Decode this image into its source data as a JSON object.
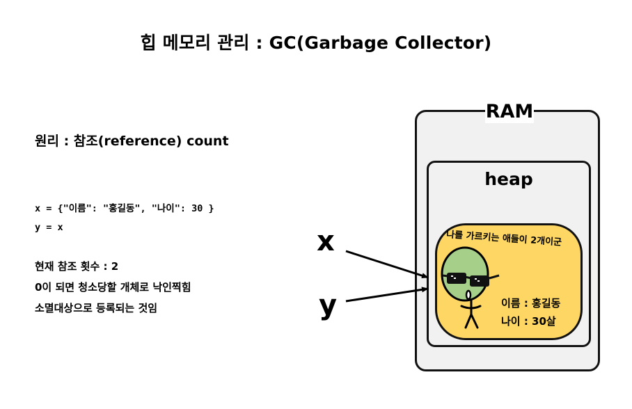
{
  "title": "힙 메모리 관리 : GC(Garbage Collector)",
  "principle": "원리 : 참조(reference) count",
  "code": {
    "line1": "x = {\"이름\": \"홍길동\", \"나이\": 30 }",
    "line2": "y = x"
  },
  "notes": {
    "line1": "현재 참조 횟수 : 2",
    "line2": "0이 되면 청소당할 개체로 낙인찍힘",
    "line3": "소멸대상으로 등록되는 것임"
  },
  "diagram": {
    "ram_label": "RAM",
    "heap_label": "heap",
    "caption": "나를 가르키는 애들이 2개이군",
    "object": {
      "name_line": "이름 : 홍길동",
      "age_line": "나이 : 30살"
    },
    "variables": [
      "x",
      "y"
    ],
    "character_icon": "alien-with-sunglasses-icon",
    "colors": {
      "ram_fill": "#f1f1f1",
      "object_fill": "#fdd663",
      "character_fill": "#a6cf8a"
    }
  }
}
